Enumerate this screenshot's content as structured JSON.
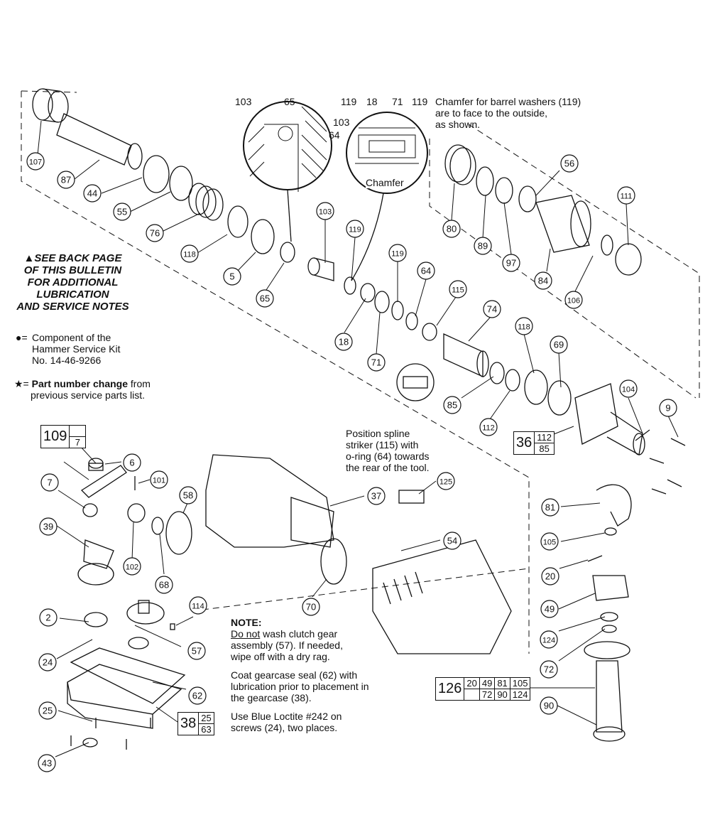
{
  "callouts": [
    {
      "id": "c107",
      "n": "107"
    },
    {
      "id": "c87",
      "n": "87"
    },
    {
      "id": "c44",
      "n": "44"
    },
    {
      "id": "c55",
      "n": "55"
    },
    {
      "id": "c76",
      "n": "76"
    },
    {
      "id": "c118a",
      "n": "118"
    },
    {
      "id": "c5",
      "n": "5"
    },
    {
      "id": "c65",
      "n": "65"
    },
    {
      "id": "c103b",
      "n": "103"
    },
    {
      "id": "c119b",
      "n": "119"
    },
    {
      "id": "c119c",
      "n": "119"
    },
    {
      "id": "c64b",
      "n": "64"
    },
    {
      "id": "c115",
      "n": "115"
    },
    {
      "id": "c74",
      "n": "74"
    },
    {
      "id": "c18",
      "n": "18"
    },
    {
      "id": "c71",
      "n": "71"
    },
    {
      "id": "c118b",
      "n": "118"
    },
    {
      "id": "c69",
      "n": "69"
    },
    {
      "id": "c85",
      "n": "85"
    },
    {
      "id": "c112",
      "n": "112"
    },
    {
      "id": "c80",
      "n": "80"
    },
    {
      "id": "c89",
      "n": "89"
    },
    {
      "id": "c97",
      "n": "97"
    },
    {
      "id": "c56",
      "n": "56"
    },
    {
      "id": "c84",
      "n": "84"
    },
    {
      "id": "c106",
      "n": "106"
    },
    {
      "id": "c111",
      "n": "111"
    },
    {
      "id": "c104",
      "n": "104"
    },
    {
      "id": "c9",
      "n": "9"
    },
    {
      "id": "c6",
      "n": "6"
    },
    {
      "id": "c7",
      "n": "7"
    },
    {
      "id": "c101",
      "n": "101"
    },
    {
      "id": "c58",
      "n": "58"
    },
    {
      "id": "c39",
      "n": "39"
    },
    {
      "id": "c102",
      "n": "102"
    },
    {
      "id": "c68",
      "n": "68"
    },
    {
      "id": "c37",
      "n": "37"
    },
    {
      "id": "c125",
      "n": "125"
    },
    {
      "id": "c70",
      "n": "70"
    },
    {
      "id": "c54",
      "n": "54"
    },
    {
      "id": "c81",
      "n": "81"
    },
    {
      "id": "c105",
      "n": "105"
    },
    {
      "id": "c20",
      "n": "20"
    },
    {
      "id": "c49",
      "n": "49"
    },
    {
      "id": "c124",
      "n": "124"
    },
    {
      "id": "c72",
      "n": "72"
    },
    {
      "id": "c90",
      "n": "90"
    },
    {
      "id": "c2",
      "n": "2"
    },
    {
      "id": "c114",
      "n": "114"
    },
    {
      "id": "c24",
      "n": "24"
    },
    {
      "id": "c57",
      "n": "57"
    },
    {
      "id": "c62",
      "n": "62"
    },
    {
      "id": "c25",
      "n": "25"
    },
    {
      "id": "c43",
      "n": "43"
    }
  ],
  "detail_labels": {
    "d103a": "103",
    "d65a": "65",
    "d64a": "64",
    "d119l": "119",
    "d18": "18",
    "d71": "71",
    "d119r": "119",
    "d103d": "103",
    "chamfer": "Chamfer"
  },
  "notes": {
    "chamfer_note": [
      "Chamfer for barrel washers (119)",
      "are to face to the outside,",
      "as shown."
    ],
    "back_page": [
      "▲SEE BACK PAGE",
      "OF THIS BULLETIN",
      "FOR ADDITIONAL",
      "LUBRICATION",
      "AND SERVICE NOTES"
    ],
    "legend_dot_symbol": "●=",
    "legend_dot": [
      "Component of the",
      "Hammer Service Kit",
      "No. 14-46-9266"
    ],
    "legend_star_symbol": "★=",
    "legend_star_bold": "Part number change",
    "legend_star_rest": " from",
    "legend_star_line2": "previous service parts list.",
    "spline_note": [
      "Position spline",
      "striker (115) with",
      "o-ring (64) towards",
      "the rear of the tool."
    ],
    "note_title": "NOTE:",
    "note_do_not": "Do not",
    "note_p1_rest": " wash clutch gear",
    "note_p1_lines": [
      "assembly (57). If needed,",
      "wipe off with a dry rag."
    ],
    "note_p2": [
      "Coat gearcase seal (62) with",
      "lubrication prior to placement in",
      "the gearcase (38)."
    ],
    "note_p3": [
      "Use Blue Loctite #242 on",
      "screws (24), two places."
    ]
  },
  "kits": {
    "k109": {
      "big": "109",
      "small": [
        "",
        "7"
      ]
    },
    "k36": {
      "big": "36",
      "small": [
        "112",
        "85"
      ]
    },
    "k38": {
      "big": "38",
      "small": [
        "25",
        "63"
      ]
    },
    "k126": {
      "big": "126",
      "row1": [
        "20",
        "49",
        "81",
        "105"
      ],
      "row2": [
        "",
        "72",
        "90",
        "124"
      ]
    }
  },
  "colors": {
    "ink": "#111111",
    "paper": "#ffffff"
  }
}
